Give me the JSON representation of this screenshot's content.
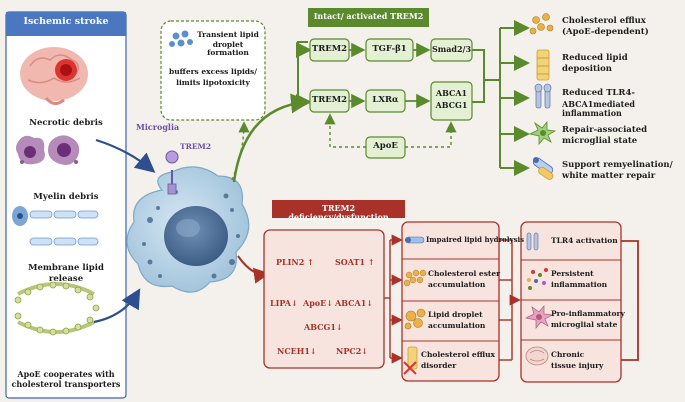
{
  "left_panel": {
    "title": "Ischemic stroke",
    "necrotic": "Necrotic debris",
    "myelin": "Myelin debris",
    "membrane": [
      "Membrane lipid",
      "release"
    ],
    "caption": [
      "ApoE cooperates with",
      "cholesterol transporters"
    ]
  },
  "cell": {
    "microglia": "Microglia",
    "trem2": "TREM2"
  },
  "droplet_box": {
    "line1": [
      "Transient lipid",
      "droplet formation"
    ],
    "line2": [
      "buffers excess lipids/",
      "limits lipotoxicity"
    ]
  },
  "intact": {
    "title": "Intact/ activated TREM2",
    "trem2_top": "TREM2",
    "tgfb1": "TGF-β1",
    "smad": "Smad2/3",
    "trem2_bottom": "TREM2",
    "lxra": "LXRα",
    "abca1": "ABCA1",
    "abcg1": "ABCG1",
    "apoe": "ApoE"
  },
  "outcomes": [
    [
      "Cholesterol efflux",
      "(ApoE-dependent)"
    ],
    [
      "Reduced lipid",
      "deposition"
    ],
    [
      "Reduced TLR4-",
      "ABCA1mediated inflammation"
    ],
    [
      "Repair-associated",
      "microglial state"
    ],
    [
      "Support remyelination/",
      "white matter repair"
    ]
  ],
  "deficiency": {
    "title": "TREM2 deficiency/dysfunction",
    "genes": {
      "plin2": "PLIN2",
      "soat1": "SOAT1",
      "lipa": "LIPA",
      "apoe": "ApoE",
      "abca1": "ABCA1",
      "abcg1": "ABCG1",
      "nceh1": "NCEH1",
      "npc2": "NPC2"
    },
    "mid": [
      [
        "Impaired lipid hydrolysis"
      ],
      [
        "Cholesterol ester",
        "accumulation"
      ],
      [
        "Lipid droplet",
        "accumulation"
      ],
      [
        "Cholesterol efflux",
        "disorder"
      ]
    ],
    "right": [
      [
        "TLR4 activation"
      ],
      [
        "Persistent",
        "inflammation"
      ],
      [
        "Pro-inflammatory",
        "microglial state"
      ],
      [
        "Chronic",
        "tissue injury"
      ]
    ]
  },
  "colors": {
    "green": "#5a8a2c",
    "red": "#a8322a",
    "blue": "#2e4f8e",
    "bg": "#f4f1ec",
    "greenBox": "#e3f0d3",
    "redBox": "#f7e4df"
  }
}
